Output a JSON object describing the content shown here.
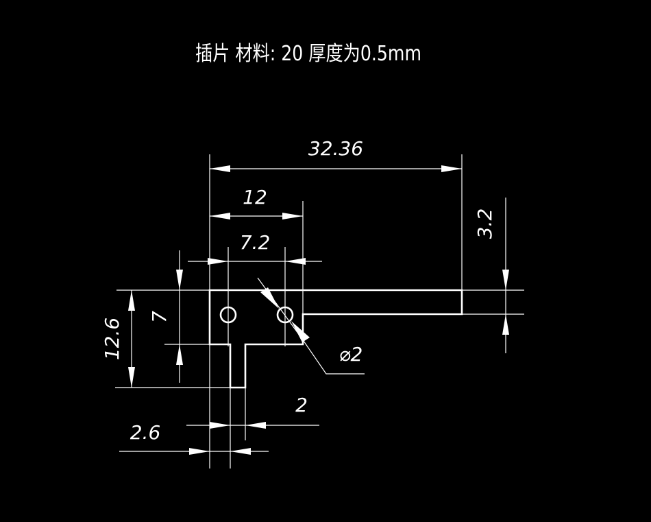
{
  "title": "插片   材料: 20   厚度为0.5mm",
  "colors": {
    "background": "#000000",
    "lines": "#ffffff"
  },
  "dimensions": {
    "overall_length": "32.36",
    "hole_span": "12",
    "hole_offset": "7.2",
    "tab_height": "3.2",
    "total_height": "12.6",
    "body_height": "7",
    "hole_diameter": "⌀2",
    "tab_width": "2",
    "tab_offset": "2.6"
  }
}
